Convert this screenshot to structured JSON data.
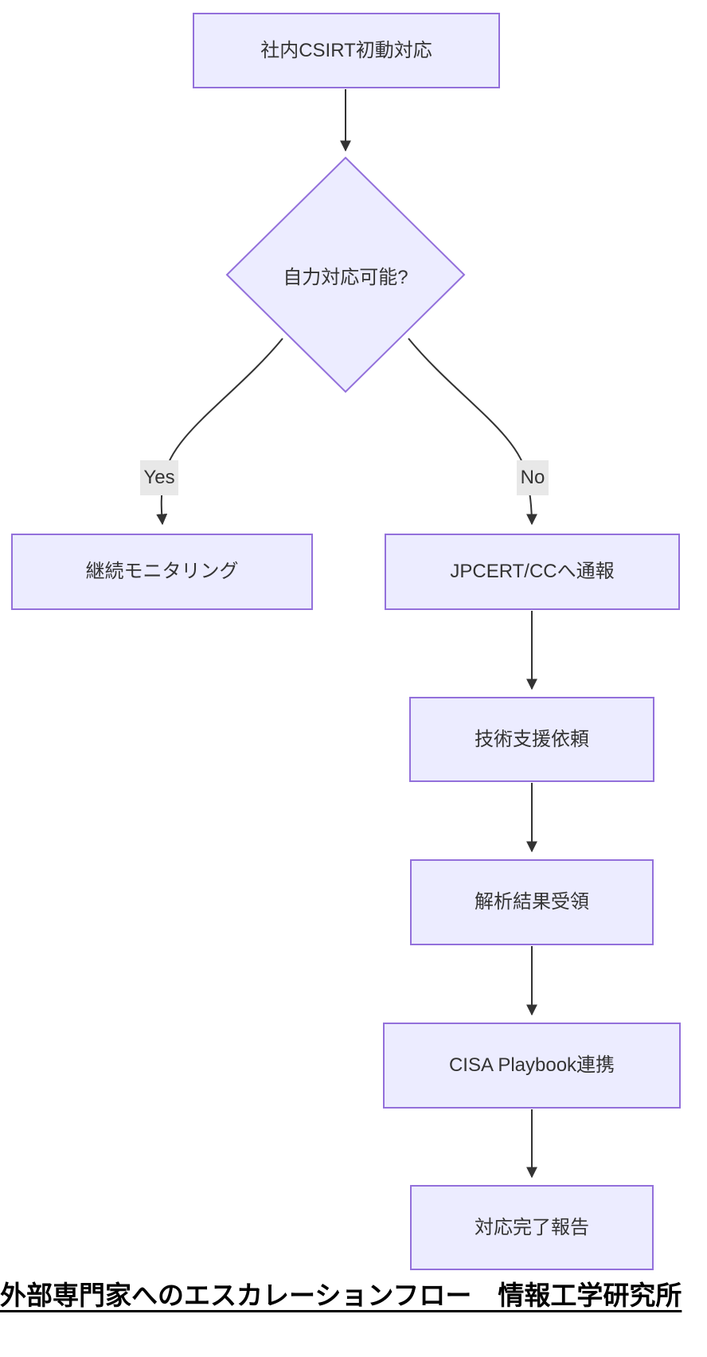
{
  "diagram": {
    "type": "flowchart",
    "direction": "top-down",
    "colors": {
      "node_fill": "#ECECFF",
      "node_border": "#9370DB",
      "edge_color": "#333333",
      "edge_label_bg": "#e8e8e8",
      "text_color": "#333333",
      "caption_color": "#000000",
      "background": "#ffffff"
    },
    "nodes": {
      "start": {
        "shape": "rect",
        "label": "社内CSIRT初動対応"
      },
      "decision": {
        "shape": "diamond",
        "label": "自力対応可能?"
      },
      "monitor": {
        "shape": "rect",
        "label": "継続モニタリング"
      },
      "jpcert": {
        "shape": "rect",
        "label": "JPCERT/CCへ通報"
      },
      "support": {
        "shape": "rect",
        "label": "技術支援依頼"
      },
      "analysis": {
        "shape": "rect",
        "label": "解析結果受領"
      },
      "cisa": {
        "shape": "rect",
        "label": "CISA Playbook連携"
      },
      "report": {
        "shape": "rect",
        "label": "対応完了報告"
      }
    },
    "edges": [
      {
        "from": "start",
        "to": "decision",
        "label": ""
      },
      {
        "from": "decision",
        "to": "monitor",
        "label": "Yes"
      },
      {
        "from": "decision",
        "to": "jpcert",
        "label": "No"
      },
      {
        "from": "jpcert",
        "to": "support",
        "label": ""
      },
      {
        "from": "support",
        "to": "analysis",
        "label": ""
      },
      {
        "from": "analysis",
        "to": "cisa",
        "label": ""
      },
      {
        "from": "cisa",
        "to": "report",
        "label": ""
      }
    ],
    "edge_labels": {
      "yes": "Yes",
      "no": "No"
    },
    "caption": {
      "text": "外部専門家へのエスカレーションフロー　情報工学研究所"
    }
  }
}
